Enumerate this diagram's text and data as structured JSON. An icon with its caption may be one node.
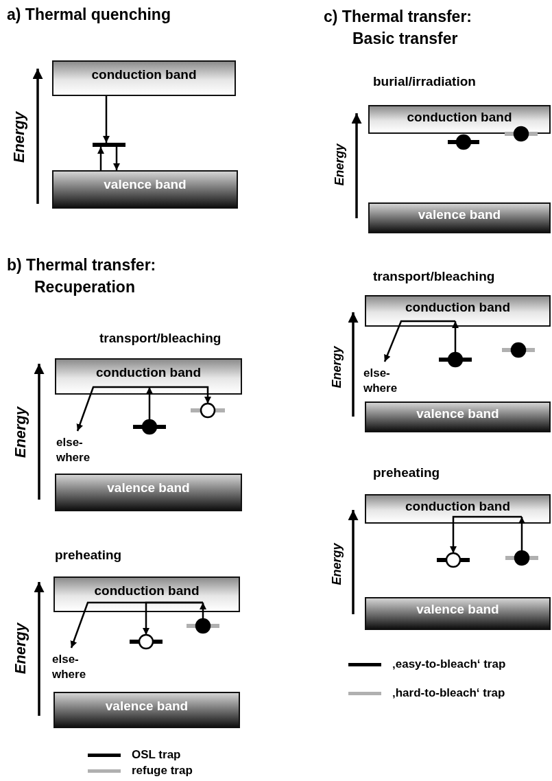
{
  "diagram": {
    "nodes": [
      {
        "text": [
          "conduction band"
        ]
      },
      {
        "text": [
          "valence band"
        ]
      },
      {
        "text": [],
        "shape": "bar"
      },
      {
        "text": [
          "conduction band"
        ]
      },
      {
        "text": [
          "valence band"
        ]
      },
      {
        "text": [],
        "shape": "circle"
      },
      {
        "text": [],
        "shape": "circle"
      },
      {
        "text": [
          "else- where"
        ]
      },
      {
        "text": [
          "conduction band"
        ]
      },
      {
        "text": [
          "valence band"
        ]
      },
      {
        "text": [],
        "shape": "circle"
      },
      {
        "text": [],
        "shape": "circle"
      },
      {
        "text": [
          "else- where"
        ]
      },
      {
        "text": [
          "conduction band"
        ]
      },
      {
        "text": [
          "valence band"
        ]
      },
      {
        "text": [],
        "shape": "circle"
      },
      {
        "text": [],
        "shape": "circle"
      },
      {
        "text": [
          "conduction band"
        ]
      },
      {
        "text": [
          "valence band"
        ]
      },
      {
        "text": [],
        "shape": "circle"
      },
      {
        "text": [],
        "shape": "circle"
      },
      {
        "text": [
          "else- where"
        ]
      },
      {
        "text": [
          "conduction band"
        ]
      },
      {
        "text": [
          "valence band"
        ]
      },
      {
        "text": [],
        "shape": "circle"
      },
      {
        "text": [],
        "shape": "circle"
      }
    ],
    "edges": [
      {
        "from": 0,
        "to": 2,
        "arrow": "to"
      },
      {
        "from": 1,
        "to": 2,
        "arrow": "to"
      },
      {
        "from": 2,
        "to": 1,
        "arrow": "to"
      },
      {
        "from": 5,
        "to": 3,
        "arrow": "to"
      },
      {
        "from": 3,
        "to": 7,
        "arrow": "to"
      },
      {
        "from": 3,
        "to": 6,
        "arrow": "to"
      },
      {
        "from": 11,
        "to": 8,
        "arrow": "to"
      },
      {
        "from": 8,
        "to": 12,
        "arrow": "to"
      },
      {
        "from": 8,
        "to": 10,
        "arrow": "to"
      },
      {
        "from": 19,
        "to": 17,
        "arrow": "to"
      },
      {
        "from": 17,
        "to": 21,
        "arrow": "to"
      },
      {
        "from": 25,
        "to": 22,
        "arrow": "to"
      },
      {
        "from": 22,
        "to": 24,
        "arrow": "to"
      }
    ],
    "labels": [
      "a) Thermal quenching",
      "Energy",
      "b) Thermal transfer: Recuperation",
      "transport/bleaching",
      "Energy",
      "preheating",
      "Energy",
      "c) Thermal transfer: Basic transfer",
      "burial/irradiation",
      "Energy",
      "transport/bleaching",
      "Energy",
      "preheating",
      "Energy"
    ],
    "legend": [
      {
        "text": "OSL trap",
        "color": "#000000"
      },
      {
        "text": "refuge trap",
        "color": "#b0b0b0"
      },
      {
        "text": "‚easy-to-bleach‘ trap",
        "color": "#000000"
      },
      {
        "text": "‚hard-to-bleach‘ trap",
        "color": "#b0b0b0"
      }
    ]
  }
}
